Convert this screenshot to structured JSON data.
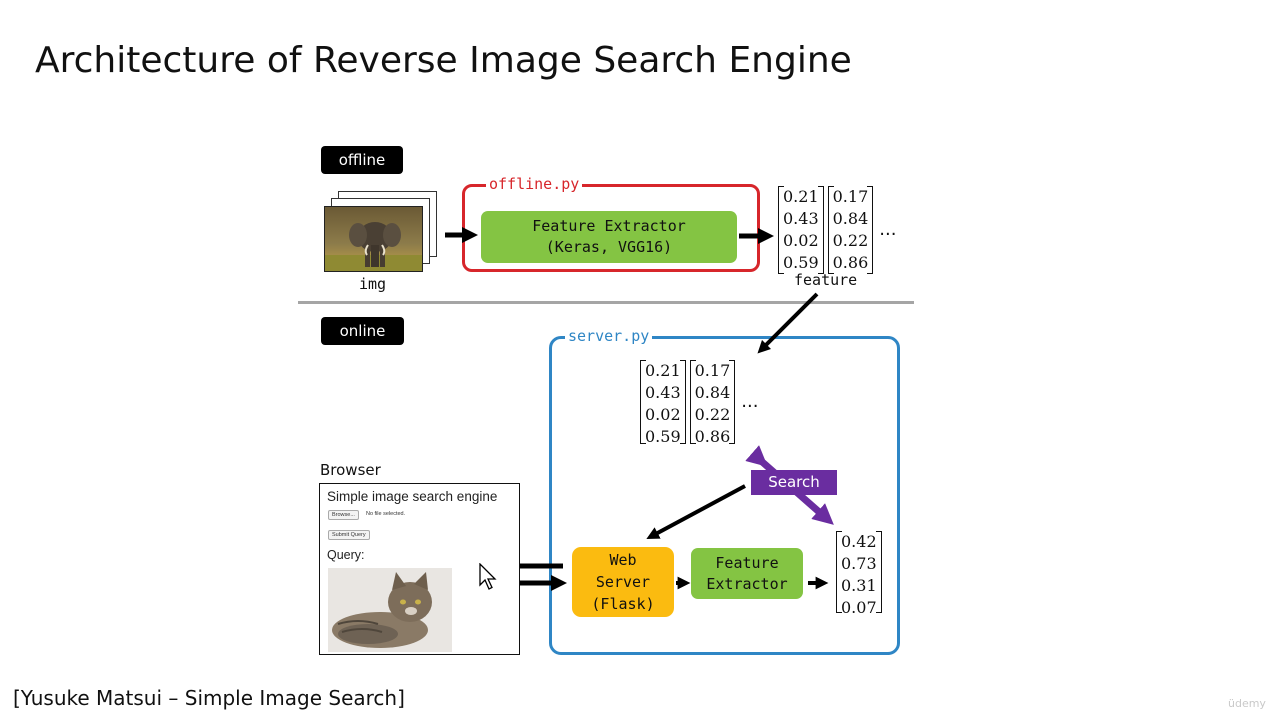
{
  "title": "Architecture of Reverse Image Search Engine",
  "badges": {
    "offline": "offline",
    "online": "online"
  },
  "offline_stage": {
    "script_label": "offline.py",
    "extractor_line1": "Feature Extractor",
    "extractor_line2": "(Keras, VGG16)",
    "img_label": "img",
    "feature_label": "feature",
    "matrix": [
      [
        "0.21",
        "0.43",
        "0.02",
        "0.59"
      ],
      [
        "0.17",
        "0.84",
        "0.22",
        "0.86"
      ]
    ],
    "ellipsis": "..."
  },
  "online_stage": {
    "script_label": "server.py",
    "matrix": [
      [
        "0.21",
        "0.43",
        "0.02",
        "0.59"
      ],
      [
        "0.17",
        "0.84",
        "0.22",
        "0.86"
      ]
    ],
    "ellipsis": "...",
    "search_label": "Search",
    "web_server_line1": "Web",
    "web_server_line2": "Server",
    "web_server_line3": "(Flask)",
    "extractor_line1": "Feature",
    "extractor_line2": "Extractor",
    "query_vector": [
      "0.42",
      "0.73",
      "0.31",
      "0.07"
    ]
  },
  "browser": {
    "label": "Browser",
    "page_title": "Simple image search engine",
    "browse_button": "Browse...",
    "no_file": "No file selected.",
    "submit_button": "Submit Query",
    "query_label": "Query:"
  },
  "footer": "[Yusuke Matsui – Simple Image Search]",
  "watermark": "üdemy",
  "colors": {
    "offline_border": "#d7262b",
    "server_border": "#2f86c5",
    "extractor_green": "#84c443",
    "web_server_orange": "#fbbb10",
    "search_purple": "#6a2da0"
  },
  "icons": {
    "cursor": "mouse-pointer-icon"
  }
}
